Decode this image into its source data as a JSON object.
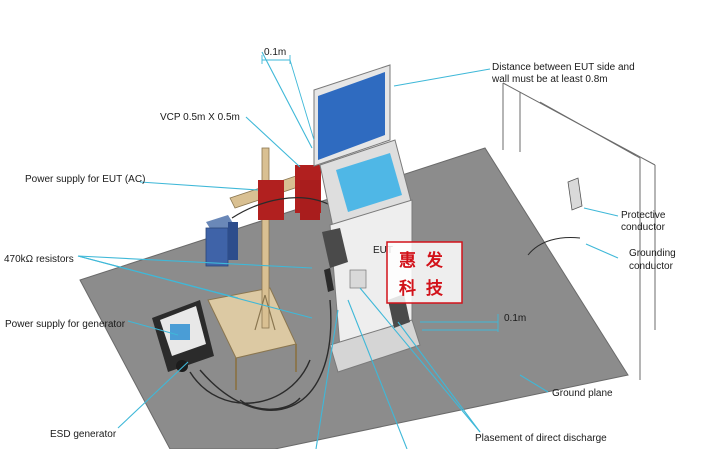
{
  "labels": {
    "gap_top": "0.1m",
    "vcp": "VCP 0.5m X 0.5m",
    "distance_line1": "Distance between EUT side and",
    "distance_line2": "wall must be at least 0.8m",
    "power_eut": "Power supply for EUT (AC)",
    "resistors": "470kΩ resistors",
    "power_gen": "Power supply for generator",
    "esd": "ESD generator",
    "eut": "EUT",
    "protective_line1": "Protective",
    "protective_line2": "conductor",
    "grounding_line1": "Grounding",
    "grounding_line2": "conductor",
    "gap_right": "0.1m",
    "ground_plane": "Ground plane",
    "direct_discharge": "Plasement of direct discharge"
  },
  "watermark": {
    "line1": "惠 发",
    "line2": "科 技"
  },
  "colors": {
    "leader": "#3fb8d8",
    "plane": "#8c8c8c",
    "panel": "#e4e4e4",
    "screen": "#2f6bc0",
    "vcp_red": "#b1201f",
    "watermark": "#d2121a"
  }
}
